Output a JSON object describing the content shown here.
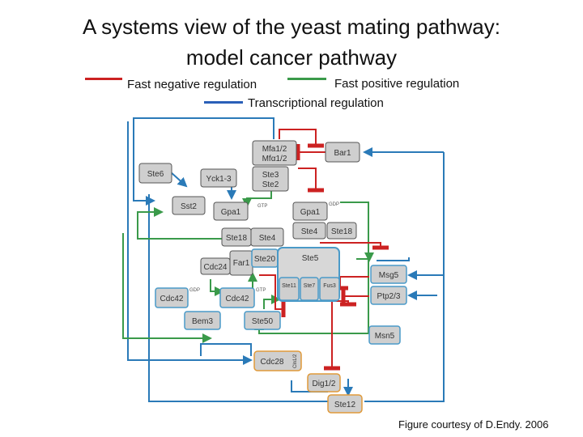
{
  "title": {
    "line1": "A systems view of the yeast mating  pathway:",
    "line2": "model cancer pathway"
  },
  "legend": {
    "negative": "Fast negative regulation",
    "positive": "Fast positive regulation",
    "transcriptional": "Transcriptional regulation",
    "colors": {
      "negative": "#cc2222",
      "positive": "#3a9a4a",
      "transcriptional": "#2a5fb8"
    }
  },
  "nodes": {
    "mfa": "Mfa1/2\nMfα1/2",
    "bar1": "Bar1",
    "ste6": "Ste6",
    "yck": "Yck1-3",
    "ste3": "Ste3\nSte2",
    "sst2": "Sst2",
    "gpa1_gtp": "Gpa1",
    "gpa1_gdp": "Gpa1",
    "ste4_left": "Ste4",
    "ste18_left": "Ste18",
    "ste4_right": "Ste4",
    "ste18_right": "Ste18",
    "cdc24": "Cdc24",
    "far1": "Far1",
    "ste20": "Ste20",
    "ste5": "Ste5",
    "msg5": "Msg5",
    "ste11": "Ste11",
    "ste7": "Ste7",
    "fus3": "Fus3",
    "ptp23": "Ptp2/3",
    "cdc42_gdp": "Cdc42",
    "cdc42_gtp": "Cdc42",
    "bem3": "Bem3",
    "ste50": "Ste50",
    "msn5": "Msn5",
    "cdc28": "Cdc28",
    "cln12": "Cln1/2",
    "dig12": "Dig1/2",
    "ste12": "Ste12"
  },
  "state_labels": {
    "gtp_top": "GTP",
    "gdp_top": "GDP",
    "gdp_mid": "GDP",
    "gtp_mid": "GTP"
  },
  "credit": "Figure courtesy of D.Endy. 2006"
}
